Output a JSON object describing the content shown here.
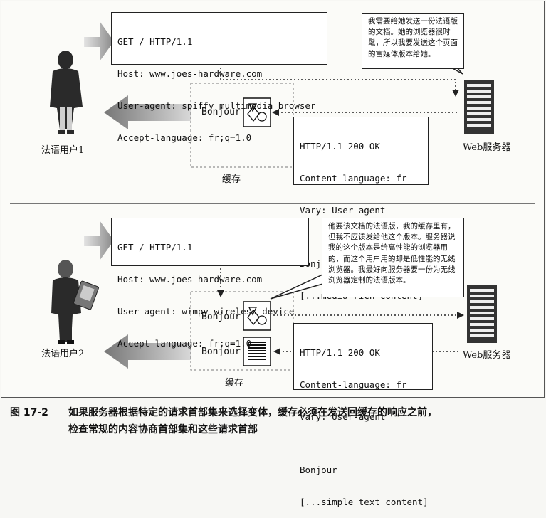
{
  "panel1": {
    "request_lines": [
      "GET / HTTP/1.1",
      "Host: www.joes-hardware.com",
      "User-agent: spiffy multimedia browser",
      "Accept-language: fr;q=1.0"
    ],
    "server_thought": "我需要给她发送一份法语版的文档。她的浏览器很时髦，所以我要发送这个页面的富媒体版本给她。",
    "cache_doc_label": "Bonjour",
    "response_lines": [
      "HTTP/1.1 200 OK",
      "Content-language: fr",
      "Vary: User-agent",
      "",
      "Bonjour",
      "[...media-rich content]"
    ],
    "user_label": "法语用户1",
    "cache_label": "缓存",
    "server_label": "Web服务器"
  },
  "panel2": {
    "request_lines": [
      "GET / HTTP/1.1",
      "Host: www.joes-hardware.com",
      "User-agent: wimpy wireless device",
      "Accept-language: fr;q=1.0"
    ],
    "cache_thought": "他要该文档的法语版，我的缓存里有，但我不应该发给他这个版本。服务器说我的这个版本是给高性能的浏览器用的，而这个用户用的却是低性能的无线浏览器。我最好向服务器要一份为无线浏览器定制的法语版本。",
    "cache_doc1_label": "Bonjour",
    "cache_doc2_label": "Bonjour",
    "response_lines": [
      "HTTP/1.1 200 OK",
      "Content-language: fr",
      "Vary: User-agent",
      "",
      "Bonjour",
      "[...simple text content]"
    ],
    "user_label": "法语用户2",
    "cache_label": "缓存",
    "server_label": "Web服务器"
  },
  "caption": {
    "figure_number": "图 17-2",
    "text_line1": "如果服务器根据特定的请求首部集来选择变体，缓存必须在发送回缓存的响应之前，",
    "text_line2": "检查常规的内容协商首部集和这些请求首部"
  },
  "colors": {
    "arrow": "#8a8a8a",
    "server": "#3a3a3a"
  }
}
